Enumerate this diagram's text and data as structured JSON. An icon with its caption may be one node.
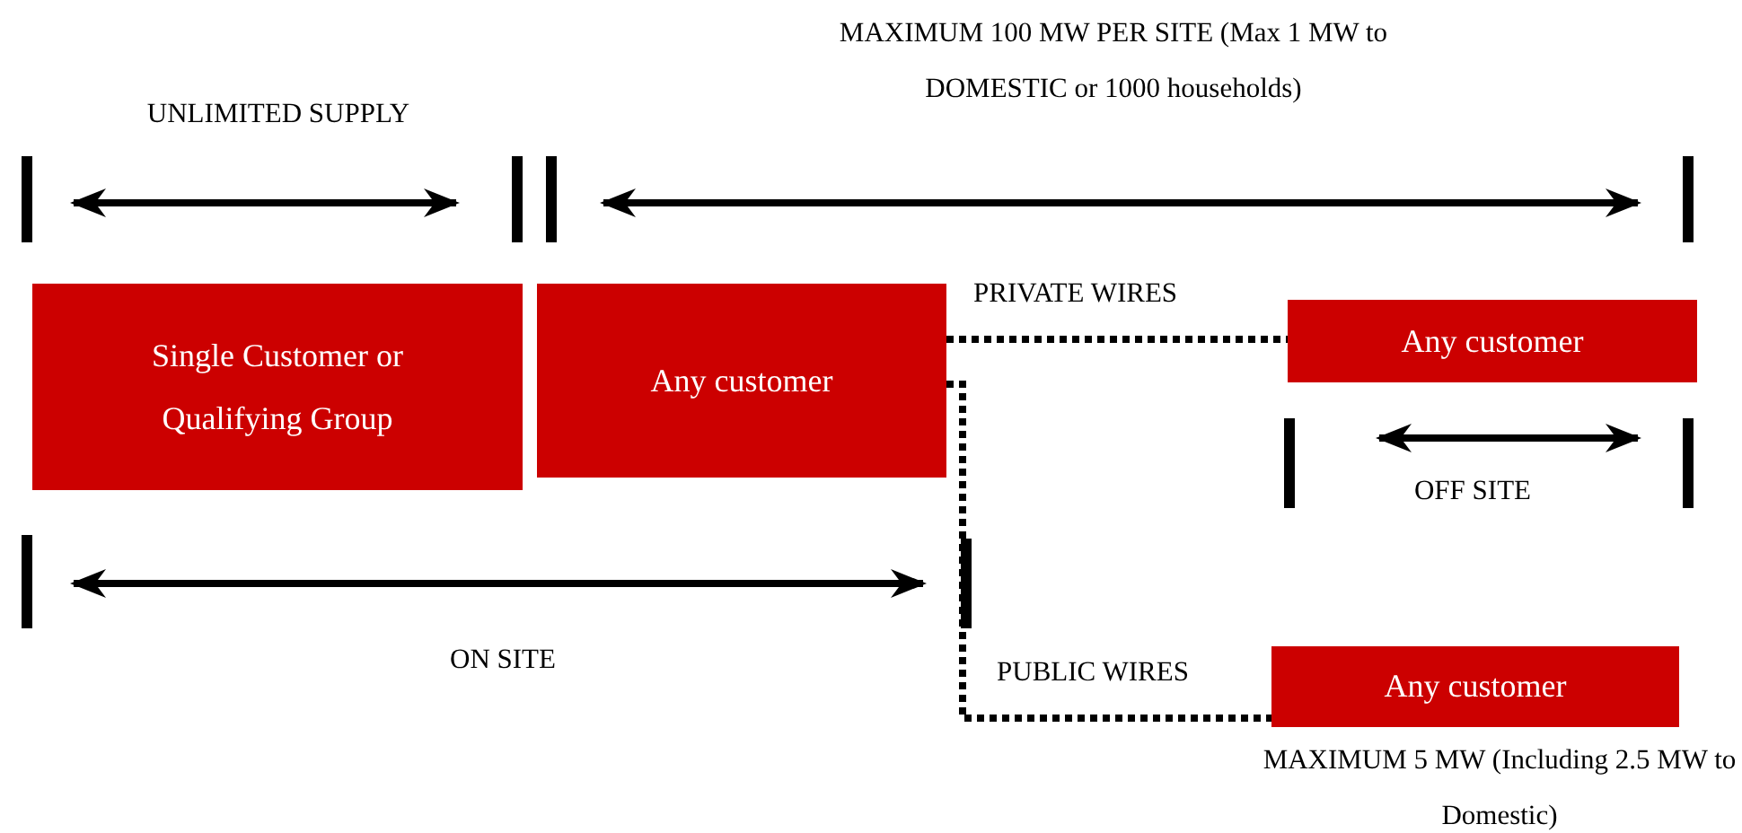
{
  "diagram": {
    "nodes": [
      {
        "text": [
          "Single Customer or Qualifying Group"
        ]
      },
      {
        "text": [
          "Any customer"
        ]
      },
      {
        "text": [
          "Any customer"
        ]
      },
      {
        "text": [
          "Any customer"
        ]
      }
    ],
    "edges": [
      {
        "from": 1,
        "to": 2,
        "arrow": "none",
        "label": "PRIVATE WIRES",
        "style": "dashed"
      },
      {
        "from": 1,
        "to": 3,
        "arrow": "none",
        "label": "PUBLIC WIRES",
        "style": "dashed"
      }
    ],
    "labels": [
      "MAXIMUM 100 MW PER SITE (Max 1 MW to DOMESTIC or 1000 households)",
      "UNLIMITED SUPPLY",
      "OFF SITE",
      "ON SITE",
      "MAXIMUM 5 MW (Including 2.5 MW to Domestic)"
    ]
  }
}
